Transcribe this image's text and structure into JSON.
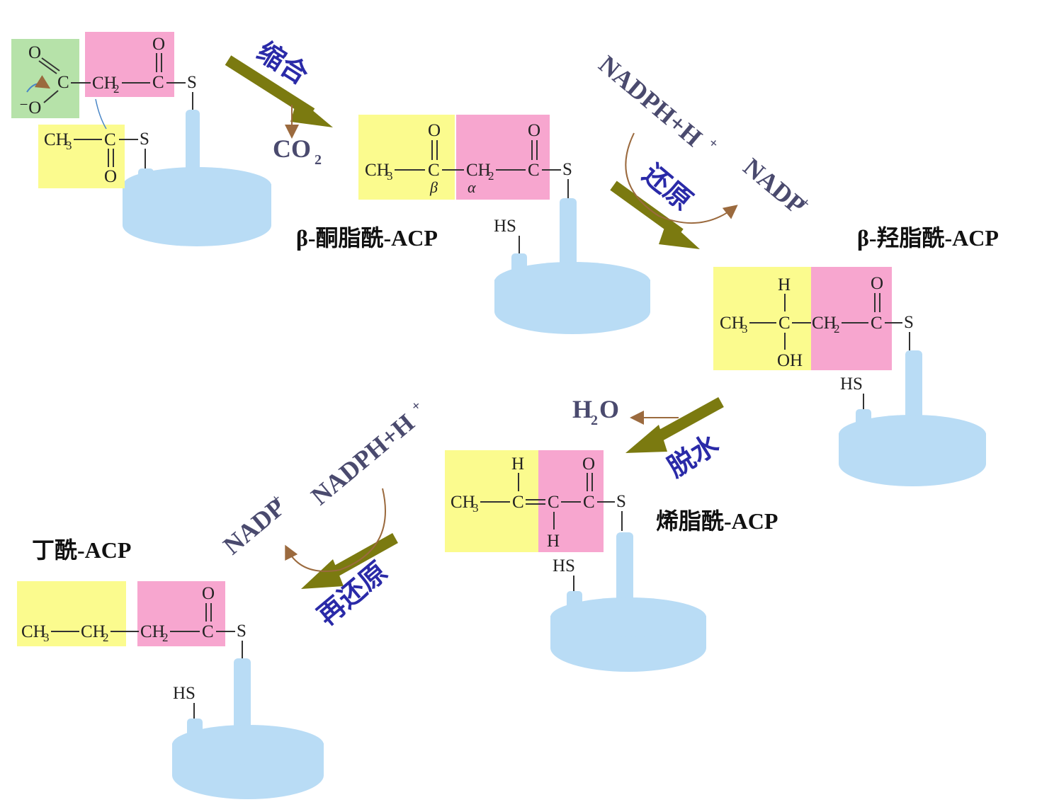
{
  "colors": {
    "acyl_yellow": "#fbfb8e",
    "malonyl_pink": "#f7a6cf",
    "carboxyl_green": "#b6e2a9",
    "acp_blue": "#b9dcf5",
    "reaction_arrow": "#7b7a10",
    "cofactor_arrow": "#9b6a3e",
    "step_label": "#2a2aa8",
    "cofactor_text": "#4a4a6e"
  },
  "steps": {
    "condensation": "缩合",
    "reduction": "还原",
    "dehydration": "脱水",
    "re_reduction": "再还原"
  },
  "cofactors": {
    "co2": "CO",
    "co2_sub": "2",
    "nadph_h": "NADPH+H",
    "nadp": "NADP",
    "plus": "+",
    "h2o_h": "H",
    "h2o_sub": "2",
    "h2o_o": "O"
  },
  "intermediates": {
    "ketoacyl": "β-酮脂酰-ACP",
    "hydroxyacyl": "β-羟脂酰-ACP",
    "enoyl": "烯脂酰-ACP",
    "butyryl": "丁酰-ACP"
  },
  "atoms": {
    "O": "O",
    "C": "C",
    "S": "S",
    "H": "H",
    "OH": "OH",
    "HS": "HS",
    "neg_O": "⁻O",
    "CH3": "CH",
    "CH2": "CH",
    "sub3": "3",
    "sub2": "2",
    "beta": "β",
    "alpha": "α"
  }
}
